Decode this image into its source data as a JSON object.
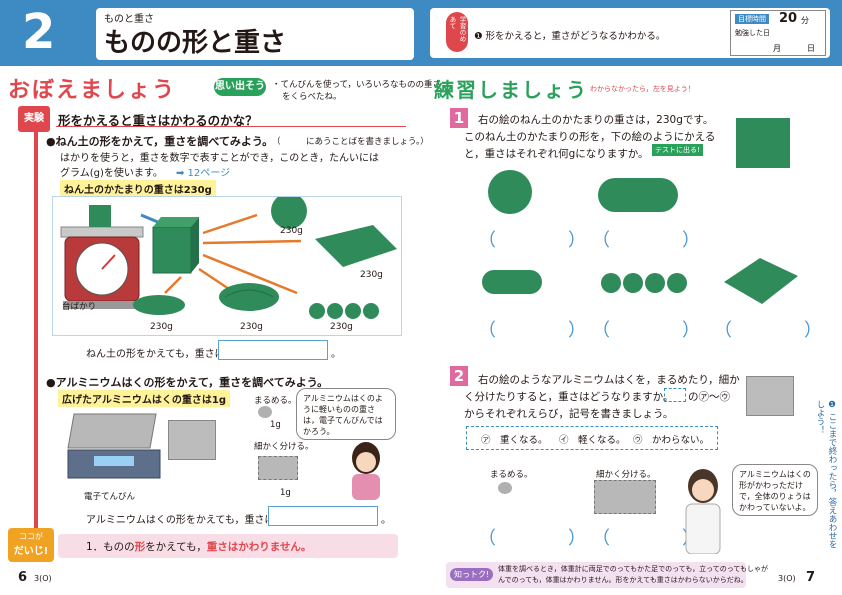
{
  "left": {
    "chapter_number": "2",
    "chapter_sub": "ものと重さ",
    "chapter_title": "ものの形と重さ",
    "section_badge": "おぼえましょう",
    "recall_badge": "思い出そう",
    "recall_text_1": "・てんびんを使って，いろいろなものの重さ",
    "recall_text_2": "をくらべたね。",
    "experiment_tag": "実験",
    "experiment_title": "形をかえると重さはかわるのかな？",
    "clay_heading": "●ねん土の形をかえて，重さを調べてみよう。",
    "clay_hint": "（　　　にあうことばを書きましょう。）",
    "clay_body_1": "はかりを使うと，重さを数字で表すことができ，このとき，たんいには",
    "clay_body_2": "グラム(g)を使います。",
    "clay_ref": "➡ 12ページ",
    "clay_base": "ねん土のかたまりの重さは230g",
    "scale_label": "台ばかり",
    "weight_labels": [
      "230g",
      "230g",
      "230g",
      "230g",
      "230g"
    ],
    "clay_fill_label": "ねん土の形をかえても，重さは",
    "al_heading": "●アルミニウムはくの形をかえて，重さを調べてみよう。",
    "al_base": "広げたアルミニウムはくの重さは1g",
    "roll_label": "まるめる。",
    "roll_weight": "1g",
    "cut_label": "細かく分ける。",
    "cut_weight": "1g",
    "digital_scale_label": "電子てんびん",
    "bubble_left": "アルミニウムはくのように軽いものの重さは，電子てんびんではかろう。",
    "al_fill_label": "アルミニウムはくの形をかえても，重さは",
    "important_badge_1": "ココが",
    "important_badge_2": "だいじ!",
    "important_text_1": "1．ものの",
    "important_text_2": "形",
    "important_text_3": "をかえても，",
    "important_text_4": "重さはかわりません。",
    "page_number": "6",
    "page_code": "3(O)"
  },
  "right": {
    "goal_tag": "学習のめあて",
    "goal_text": "❶ 形をかえると，重さがどうなるかわかる。",
    "target_time_label": "目標時間",
    "target_time_value": "20",
    "target_time_unit": "分",
    "study_date_label": "勉強した日",
    "month_label": "月",
    "day_label": "日",
    "practice_badge": "練習しましょう",
    "unknown_hint": "わからなかったら，左を見よう！",
    "q1_number": "1",
    "q1_text_1": "右の絵のねん土のかたまりの重さは，230gです。",
    "q1_text_2": "このねん土のかたまりの形を，下の絵のようにかえる",
    "q1_text_3": "と，重さはそれぞれ何gになりますか。",
    "test_tag": "テストに出る!",
    "q2_number": "2",
    "q2_text_1": "右の絵のようなアルミニウムはくを，まるめたり，細か",
    "q2_text_2": "く分けたりすると，重さはどうなりますか。",
    "q2_text_3": "の㋐～㋒",
    "q2_text_4": "からそれぞれえらび，記号を書きましょう。",
    "choices": [
      "㋐　重くなる。",
      "㋑　軽くなる。",
      "㋒　かわらない。"
    ],
    "roll_label": "まるめる。",
    "cut_label": "細かく分ける。",
    "bubble_right": "アルミニウムはくの形がかわっただけで，全体のりょうはかわっていないよ。",
    "side_note": "❶ ここまで終わったら，答えあわせをしよう！",
    "knowledge_tag": "知っトク!",
    "knowledge_text_1": "体重を調べるとき，体重計に両足でのってもかた足でのっても，立ってのってもしゃが",
    "knowledge_text_2": "んでのっても，体重はかわりません。形をかえても重さはかわらないからだね。",
    "page_code": "3(O)",
    "page_number": "7"
  },
  "colors": {
    "header_blue": "#3e8ac3",
    "clay_green": "#2f8b5a",
    "badge_red": "#e0474c",
    "practice_green": "#2aa15b",
    "highlight_yellow": "#fff39a",
    "important_pink": "#f9dde6",
    "arrow_orange": "#e6792b"
  },
  "icons": [
    "shield-icon",
    "scale-icon",
    "arrow-icon",
    "speech-bubble-icon"
  ]
}
